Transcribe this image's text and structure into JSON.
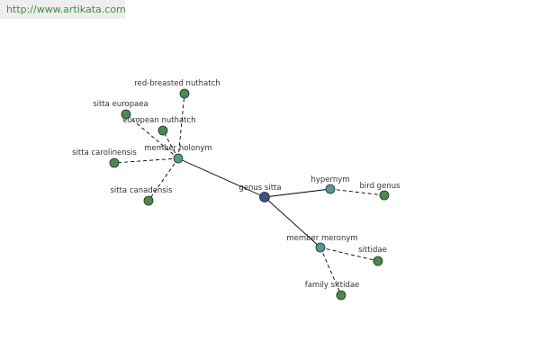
{
  "header": {
    "url": "http://www.artikata.com"
  },
  "nodes": [
    {
      "id": "genus",
      "label": "genus sitta",
      "kind": "center"
    },
    {
      "id": "holonym",
      "label": "member holonym",
      "kind": "relation"
    },
    {
      "id": "hypernym",
      "label": "hypernym",
      "kind": "relation"
    },
    {
      "id": "meronym",
      "label": "member meronym",
      "kind": "relation"
    },
    {
      "id": "red_breasted",
      "label": "red-breasted nuthatch",
      "kind": "term"
    },
    {
      "id": "sitta_europaea",
      "label": "sitta europaea",
      "kind": "term"
    },
    {
      "id": "european",
      "label": "european nuthatch",
      "kind": "term"
    },
    {
      "id": "carolinensis",
      "label": "sitta carolinensis",
      "kind": "term"
    },
    {
      "id": "canadensis",
      "label": "sitta canadensis",
      "kind": "term"
    },
    {
      "id": "bird_genus",
      "label": "bird genus",
      "kind": "term"
    },
    {
      "id": "sittidae",
      "label": "sittidae",
      "kind": "term"
    },
    {
      "id": "family_sittidae",
      "label": "family sittidae",
      "kind": "term"
    }
  ],
  "edges": [
    {
      "from": "genus",
      "to": "holonym",
      "style": "solid"
    },
    {
      "from": "genus",
      "to": "hypernym",
      "style": "solid"
    },
    {
      "from": "genus",
      "to": "meronym",
      "style": "solid"
    },
    {
      "from": "holonym",
      "to": "red_breasted",
      "style": "dashed"
    },
    {
      "from": "holonym",
      "to": "sitta_europaea",
      "style": "dashed"
    },
    {
      "from": "holonym",
      "to": "european",
      "style": "dashed"
    },
    {
      "from": "holonym",
      "to": "carolinensis",
      "style": "dashed"
    },
    {
      "from": "holonym",
      "to": "canadensis",
      "style": "dashed"
    },
    {
      "from": "hypernym",
      "to": "bird_genus",
      "style": "dashed"
    },
    {
      "from": "meronym",
      "to": "sittidae",
      "style": "dashed"
    },
    {
      "from": "meronym",
      "to": "family_sittidae",
      "style": "dashed"
    }
  ],
  "colors": {
    "center": "#3f4f8a",
    "relation": "#4e9a94",
    "term": "#4a8a4a",
    "edge": "#000000",
    "outline": "#2a2a2a"
  }
}
